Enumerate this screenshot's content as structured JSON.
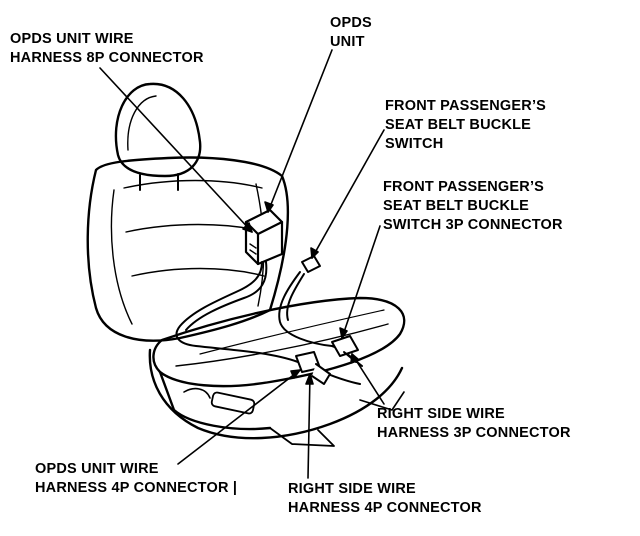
{
  "callouts": {
    "opds_unit_8p": {
      "line1": "OPDS UNIT WIRE",
      "line2": "HARNESS 8P CONNECTOR"
    },
    "opds_unit": {
      "line1": "OPDS",
      "line2": "UNIT"
    },
    "buckle_switch": {
      "line1": "FRONT PASSENGER’S",
      "line2": "SEAT BELT BUCKLE",
      "line3": "SWITCH"
    },
    "buckle_3p": {
      "line1": "FRONT PASSENGER’S",
      "line2": "SEAT BELT BUCKLE",
      "line3": "SWITCH 3P CONNECTOR"
    },
    "right_side_3p": {
      "line1": "RIGHT SIDE WIRE",
      "line2": "HARNESS 3P CONNECTOR"
    },
    "opds_unit_4p": {
      "line1": "OPDS UNIT WIRE",
      "line2": "HARNESS 4P CONNECTOR |"
    },
    "right_side_4p": {
      "line1": "RIGHT SIDE WIRE",
      "line2": "HARNESS 4P CONNECTOR"
    }
  }
}
